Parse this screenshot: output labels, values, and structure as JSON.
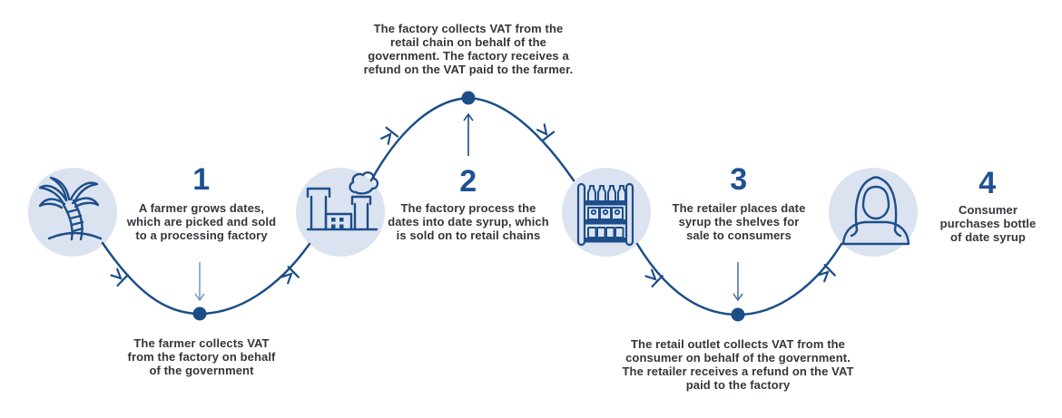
{
  "colors": {
    "flow_line": "#1b4e87",
    "node_fill": "#dbe3f1",
    "icon_stroke": "#1d4e89",
    "number_text": "#1e5190",
    "body_text": "#33363b",
    "arrow_light": "#7f9dc3",
    "arrow_medium": "#4d76a8"
  },
  "steps": [
    {
      "number": "1",
      "icon": "palm-tree-icon",
      "description": "A farmer grows dates, which are picked and sold to a processing factory",
      "description_lines": [
        "A farmer grows dates,",
        "which are picked and sold",
        "to a processing factory"
      ]
    },
    {
      "number": "2",
      "icon": "factory-icon",
      "description": "The factory process the dates into date syrup, which is sold on to retail chains",
      "description_lines": [
        "The factory process the",
        "dates into date syrup, which",
        "is sold on to retail chains"
      ]
    },
    {
      "number": "3",
      "icon": "retail-shelf-icon",
      "description": "The retailer places date syrup the shelves for sale to consumers",
      "description_lines": [
        "The retailer places date",
        "syrup the shelves for",
        "sale to consumers"
      ]
    },
    {
      "number": "4",
      "icon": "consumer-icon",
      "description": "Consumer purchases bottle of date syrup",
      "description_lines": [
        "Consumer",
        "purchases bottle",
        "of date syrup"
      ]
    }
  ],
  "annotations": {
    "top": {
      "lines": [
        "The factory collects VAT from the",
        "retail chain on behalf of the",
        "government. The factory receives a",
        "refund on the VAT paid to the farmer."
      ]
    },
    "bottom_left": {
      "lines": [
        "The farmer collects VAT",
        "from the factory on behalf",
        "of the government"
      ]
    },
    "bottom_right": {
      "lines": [
        "The retail outlet collects VAT from the",
        "consumer on behalf of the government.",
        "The retailer receives a refund on the VAT",
        "paid to the factory"
      ]
    }
  }
}
